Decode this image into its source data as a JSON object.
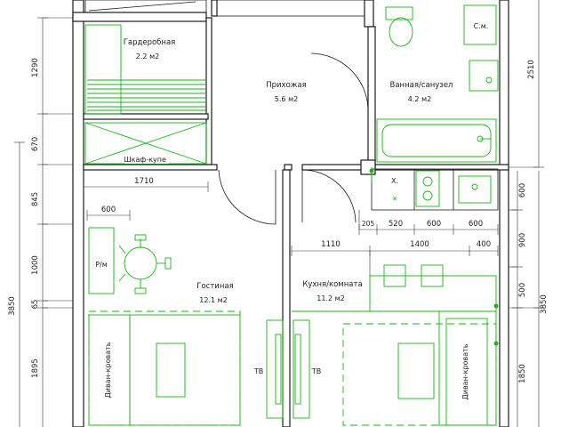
{
  "rooms": {
    "wardrobe": {
      "name": "Гардеробная",
      "area": "2.2 м2"
    },
    "hall": {
      "name": "Прихожая",
      "area": "5.6 м2"
    },
    "bath": {
      "name": "Ванная/санузел",
      "area": "4.2 м2"
    },
    "living": {
      "name": "Гостиная",
      "area": "12.1 м2"
    },
    "kitchen": {
      "name": "Кухня/комната",
      "area": "11.2 м2"
    }
  },
  "furniture": {
    "closet": "Шкаф-купе",
    "washer": "С.м.",
    "fridge": "Х.",
    "desk": "Р/м",
    "sofa_left": "Диван-кровать",
    "sofa_right": "Диван-кровать",
    "tv_left": "ТВ",
    "tv_right": "ТВ"
  },
  "dimensions": {
    "left": [
      "1290",
      "670",
      "845",
      "1000",
      "65",
      "1895"
    ],
    "left_total": "3850",
    "right_top": "2510",
    "right_inner": [
      "600",
      "900",
      "500",
      "1850"
    ],
    "right_total": "3850",
    "closet_width": "1710",
    "desk_width": "600",
    "kitchen_top": [
      "205",
      "520",
      "600",
      "600"
    ],
    "kitchen_row": [
      "1110",
      "1400",
      "400"
    ]
  }
}
